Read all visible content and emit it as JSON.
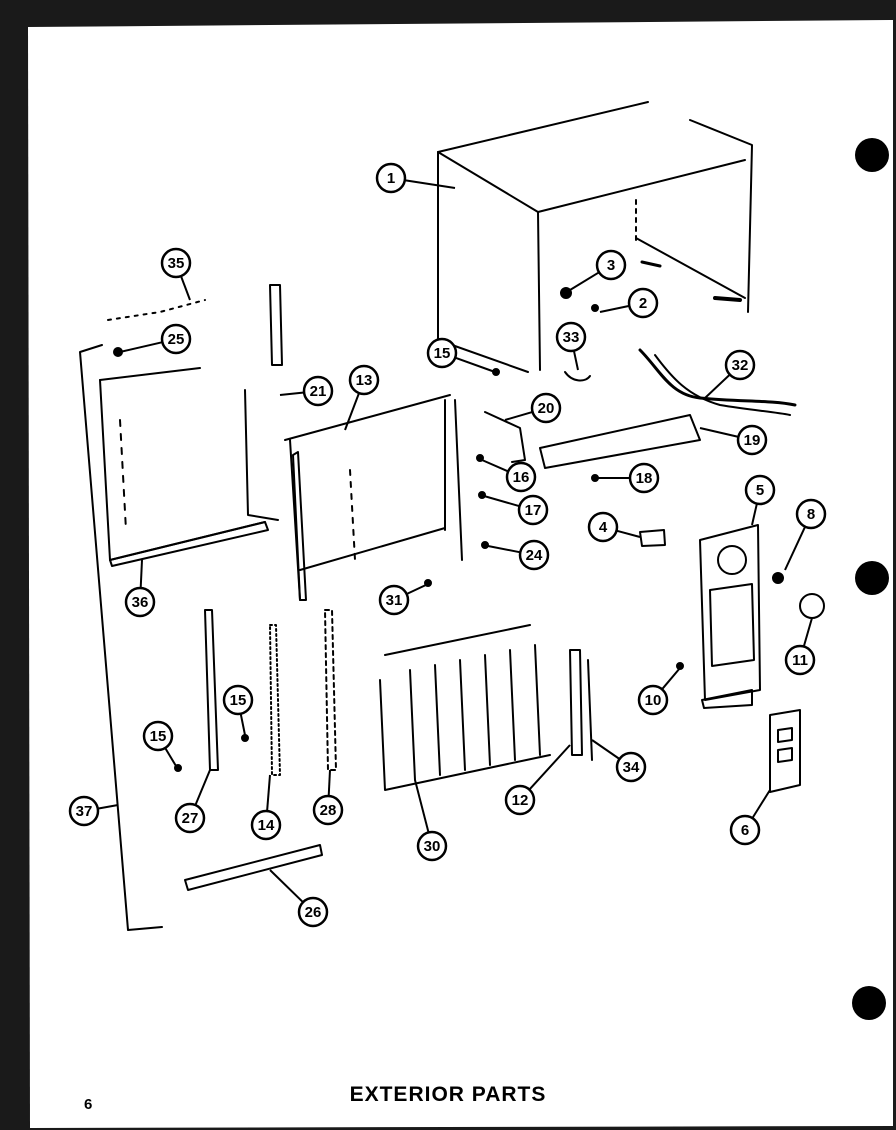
{
  "page": {
    "caption": "EXTERIOR PARTS",
    "page_number": "6"
  },
  "colors": {
    "ink": "#000000",
    "paper": "#ffffff"
  },
  "callouts": [
    {
      "label": "1"
    },
    {
      "label": "2"
    },
    {
      "label": "3"
    },
    {
      "label": "4"
    },
    {
      "label": "5"
    },
    {
      "label": "6"
    },
    {
      "label": "8"
    },
    {
      "label": "10"
    },
    {
      "label": "11"
    },
    {
      "label": "12"
    },
    {
      "label": "13"
    },
    {
      "label": "14"
    },
    {
      "label": "15"
    },
    {
      "label": "15"
    },
    {
      "label": "15"
    },
    {
      "label": "16"
    },
    {
      "label": "17"
    },
    {
      "label": "18"
    },
    {
      "label": "19"
    },
    {
      "label": "20"
    },
    {
      "label": "21"
    },
    {
      "label": "24"
    },
    {
      "label": "25"
    },
    {
      "label": "26"
    },
    {
      "label": "27"
    },
    {
      "label": "28"
    },
    {
      "label": "30"
    },
    {
      "label": "31"
    },
    {
      "label": "32"
    },
    {
      "label": "33"
    },
    {
      "label": "34"
    },
    {
      "label": "35"
    },
    {
      "label": "36"
    },
    {
      "label": "37"
    }
  ]
}
